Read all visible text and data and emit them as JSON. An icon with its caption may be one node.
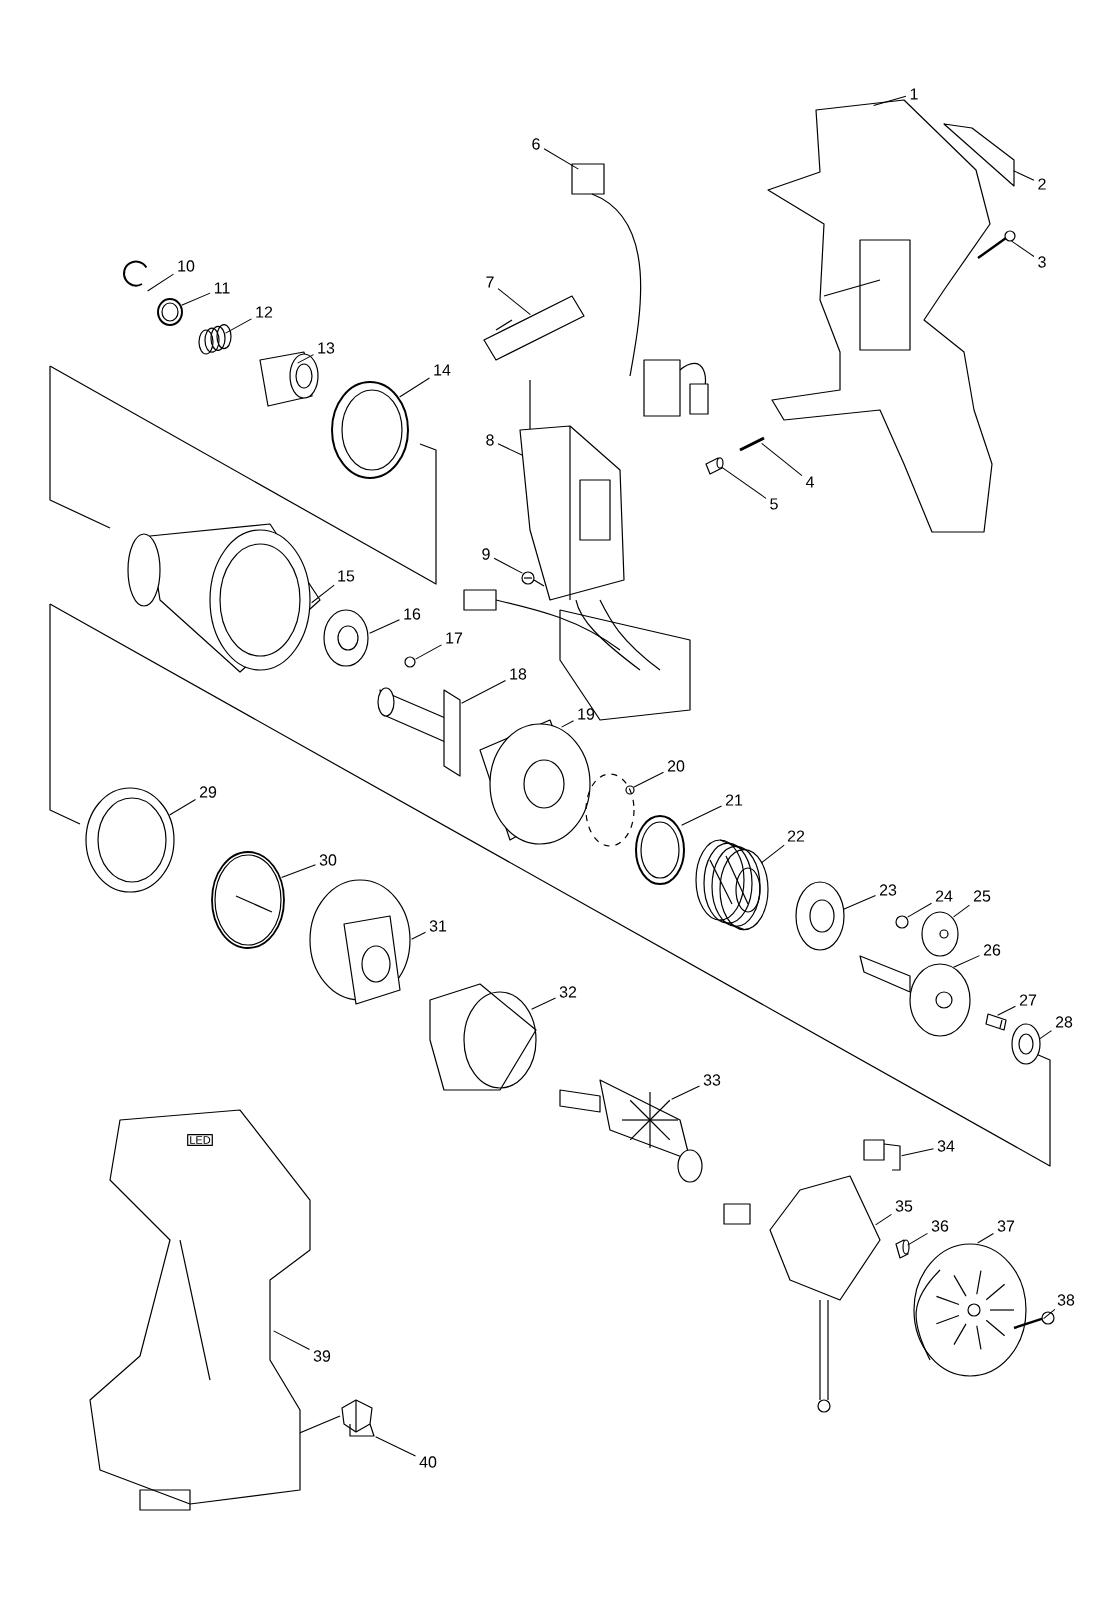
{
  "diagram": {
    "nodes": [
      {
        "text": [
          "1"
        ]
      },
      {
        "text": [
          "2"
        ]
      },
      {
        "text": [
          "3"
        ]
      },
      {
        "text": [
          "4"
        ]
      },
      {
        "text": [
          "5"
        ]
      },
      {
        "text": [
          "6"
        ]
      },
      {
        "text": [
          "7"
        ]
      },
      {
        "text": [
          "8"
        ]
      },
      {
        "text": [
          "9"
        ]
      },
      {
        "text": [
          "10"
        ]
      },
      {
        "text": [
          "11"
        ]
      },
      {
        "text": [
          "12"
        ]
      },
      {
        "text": [
          "13"
        ]
      },
      {
        "text": [
          "14"
        ]
      },
      {
        "text": [
          "15"
        ]
      },
      {
        "text": [
          "16"
        ]
      },
      {
        "text": [
          "17"
        ]
      },
      {
        "text": [
          "18"
        ]
      },
      {
        "text": [
          "19"
        ]
      },
      {
        "text": [
          "20"
        ]
      },
      {
        "text": [
          "21"
        ]
      },
      {
        "text": [
          "22"
        ]
      },
      {
        "text": [
          "23"
        ]
      },
      {
        "text": [
          "24"
        ]
      },
      {
        "text": [
          "25"
        ]
      },
      {
        "text": [
          "26"
        ]
      },
      {
        "text": [
          "27"
        ]
      },
      {
        "text": [
          "28"
        ]
      },
      {
        "text": [
          "29"
        ]
      },
      {
        "text": [
          "30"
        ]
      },
      {
        "text": [
          "31"
        ]
      },
      {
        "text": [
          "32"
        ]
      },
      {
        "text": [
          "33"
        ]
      },
      {
        "text": [
          "34"
        ]
      },
      {
        "text": [
          "35"
        ]
      },
      {
        "text": [
          "36"
        ]
      },
      {
        "text": [
          "37"
        ]
      },
      {
        "text": [
          "38"
        ]
      },
      {
        "text": [
          "39"
        ]
      },
      {
        "text": [
          "40"
        ]
      },
      {
        "text": [],
        "shape": "picture"
      },
      {
        "text": [],
        "shape": "picture"
      },
      {
        "text": [],
        "shape": "picture"
      },
      {
        "text": [],
        "shape": "picture"
      },
      {
        "text": [],
        "shape": "picture"
      },
      {
        "text": [],
        "shape": "picture"
      },
      {
        "text": [],
        "shape": "picture"
      },
      {
        "text": [],
        "shape": "picture"
      },
      {
        "text": [],
        "shape": "picture"
      },
      {
        "text": [],
        "shape": "picture"
      },
      {
        "text": [],
        "shape": "picture"
      },
      {
        "text": [],
        "shape": "picture"
      },
      {
        "text": [],
        "shape": "picture"
      },
      {
        "text": [],
        "shape": "picture"
      },
      {
        "text": [],
        "shape": "picture"
      },
      {
        "text": [],
        "shape": "picture"
      },
      {
        "text": [],
        "shape": "picture"
      },
      {
        "text": [],
        "shape": "picture"
      },
      {
        "text": [],
        "shape": "picture"
      },
      {
        "text": [],
        "shape": "picture"
      },
      {
        "text": [],
        "shape": "picture"
      },
      {
        "text": [],
        "shape": "picture"
      },
      {
        "text": [],
        "shape": "picture"
      },
      {
        "text": [],
        "shape": "picture"
      },
      {
        "text": [],
        "shape": "picture"
      },
      {
        "text": [],
        "shape": "picture"
      },
      {
        "text": [],
        "shape": "picture"
      },
      {
        "text": [],
        "shape": "picture"
      },
      {
        "text": [],
        "shape": "picture"
      },
      {
        "text": [],
        "shape": "picture"
      },
      {
        "text": [],
        "shape": "picture"
      },
      {
        "text": [],
        "shape": "picture"
      },
      {
        "text": [],
        "shape": "picture"
      },
      {
        "text": [],
        "shape": "picture"
      },
      {
        "text": [],
        "shape": "picture"
      },
      {
        "text": [],
        "shape": "picture"
      },
      {
        "text": [],
        "shape": "picture"
      },
      {
        "text": [],
        "shape": "picture"
      },
      {
        "text": [],
        "shape": "picture"
      },
      {
        "text": [],
        "shape": "picture"
      }
    ],
    "edges": [
      {
        "from": 0,
        "to": 40,
        "arrow": "none"
      },
      {
        "from": 1,
        "to": 41,
        "arrow": "none"
      },
      {
        "from": 2,
        "to": 42,
        "arrow": "none"
      },
      {
        "from": 3,
        "to": 43,
        "arrow": "none"
      },
      {
        "from": 4,
        "to": 44,
        "arrow": "none"
      },
      {
        "from": 5,
        "to": 45,
        "arrow": "none"
      },
      {
        "from": 6,
        "to": 46,
        "arrow": "none"
      },
      {
        "from": 7,
        "to": 47,
        "arrow": "none"
      },
      {
        "from": 8,
        "to": 48,
        "arrow": "none"
      },
      {
        "from": 9,
        "to": 49,
        "arrow": "none"
      },
      {
        "from": 10,
        "to": 50,
        "arrow": "none"
      },
      {
        "from": 11,
        "to": 51,
        "arrow": "none"
      },
      {
        "from": 12,
        "to": 52,
        "arrow": "none"
      },
      {
        "from": 13,
        "to": 53,
        "arrow": "none"
      },
      {
        "from": 14,
        "to": 54,
        "arrow": "none"
      },
      {
        "from": 15,
        "to": 55,
        "arrow": "none"
      },
      {
        "from": 16,
        "to": 56,
        "arrow": "none"
      },
      {
        "from": 17,
        "to": 57,
        "arrow": "none"
      },
      {
        "from": 18,
        "to": 58,
        "arrow": "none"
      },
      {
        "from": 19,
        "to": 59,
        "arrow": "none"
      },
      {
        "from": 20,
        "to": 60,
        "arrow": "none"
      },
      {
        "from": 21,
        "to": 61,
        "arrow": "none"
      },
      {
        "from": 22,
        "to": 62,
        "arrow": "none"
      },
      {
        "from": 23,
        "to": 63,
        "arrow": "none"
      },
      {
        "from": 24,
        "to": 64,
        "arrow": "none"
      },
      {
        "from": 25,
        "to": 65,
        "arrow": "none"
      },
      {
        "from": 26,
        "to": 66,
        "arrow": "none"
      },
      {
        "from": 27,
        "to": 67,
        "arrow": "none"
      },
      {
        "from": 28,
        "to": 68,
        "arrow": "none"
      },
      {
        "from": 29,
        "to": 69,
        "arrow": "none"
      },
      {
        "from": 30,
        "to": 70,
        "arrow": "none"
      },
      {
        "from": 31,
        "to": 71,
        "arrow": "none"
      },
      {
        "from": 32,
        "to": 72,
        "arrow": "none"
      },
      {
        "from": 33,
        "to": 73,
        "arrow": "none"
      },
      {
        "from": 34,
        "to": 74,
        "arrow": "none"
      },
      {
        "from": 35,
        "to": 75,
        "arrow": "none"
      },
      {
        "from": 36,
        "to": 76,
        "arrow": "none"
      },
      {
        "from": 37,
        "to": 77,
        "arrow": "none"
      },
      {
        "from": 38,
        "to": 78,
        "arrow": "none"
      },
      {
        "from": 39,
        "to": 79,
        "arrow": "none"
      }
    ],
    "labels": [
      "LED"
    ]
  }
}
